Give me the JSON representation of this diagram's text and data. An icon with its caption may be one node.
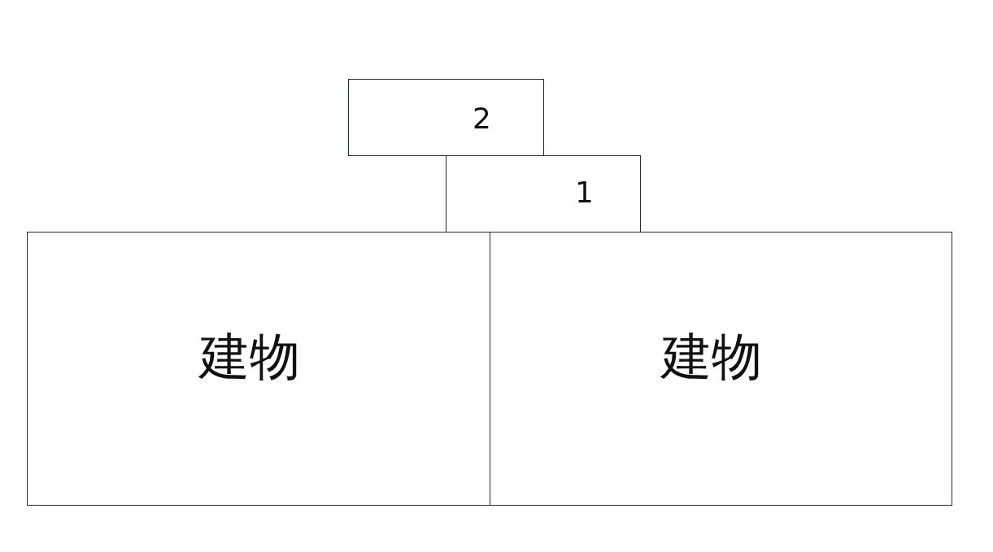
{
  "diagram": {
    "nodes": [
      {
        "text": [
          "2"
        ]
      },
      {
        "text": [
          "1"
        ]
      },
      {
        "text": [
          "建物"
        ]
      },
      {
        "text": [
          "建物"
        ]
      }
    ]
  }
}
